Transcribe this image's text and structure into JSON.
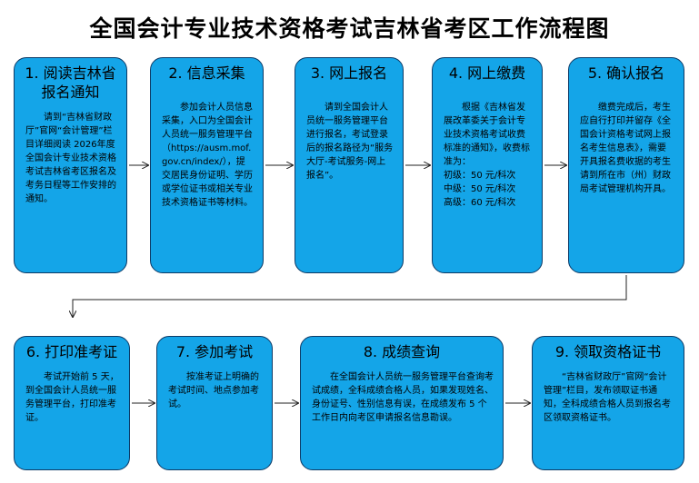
{
  "title": "全国会计专业技术资格考试吉林省考区工作流程图",
  "steps": [
    {
      "heading": "1. 阅读吉林省\n报名通知",
      "body": "请到“吉林省财政厅”官网“会计管理”栏目详细阅读 2026年度全国会计专业技术资格考试吉林省考区报名及考务日程等工作安排的通知。"
    },
    {
      "heading": "2. 信息采集",
      "body": "参加会计人员信息采集，入口为全国会计人员统一服务管理平台（https://ausm.mof.gov.cn/index/），提交居民身份证明、学历或学位证书或相关专业技术资格证书等材料。"
    },
    {
      "heading": "3. 网上报名",
      "body": "请到全国会计人员统一服务管理平台进行报名，考试登录后的报名路径为“服务大厅-考试服务-网上报名”。"
    },
    {
      "heading": "4. 网上缴费",
      "body": "根据《吉林省发展改革委关于会计专业技术资格考试收费标准的通知》，收费标准为：\n初级：50 元/科次\n中级：50 元/科次\n高级：60 元/科次"
    },
    {
      "heading": "5. 确认报名",
      "body": "缴费完成后，考生应自行打印并留存《全国会计资格考试网上报名考生信息表》，需要开具报名费收据的考生请到所在市（州）财政局考试管理机构开具。"
    },
    {
      "heading": "6. 打印准考证",
      "body": "考试开始前 5 天，到全国会计人员统一服务管理平台，打印准考证。"
    },
    {
      "heading": "7. 参加考试",
      "body": "按准考证上明确的考试时间、地点参加考试。"
    },
    {
      "heading": "8. 成绩查询",
      "body": "在全国会计人员统一服务管理平台查询考试成绩，全科成绩合格人员，如果发现姓名、身份证号、性别信息有误，在成绩发布 5 个工作日内向考区申请报名信息勘误。"
    },
    {
      "heading": "9. 领取资格证书",
      "body": "“吉林省财政厅”官网“会计管理”栏目，发布领取证书通知，全科成绩合格人员到报名考区领取资格证书。"
    }
  ],
  "colors": {
    "box_fill": "#14a5e8",
    "box_border": "#0d3a66",
    "connector": "#222222"
  }
}
